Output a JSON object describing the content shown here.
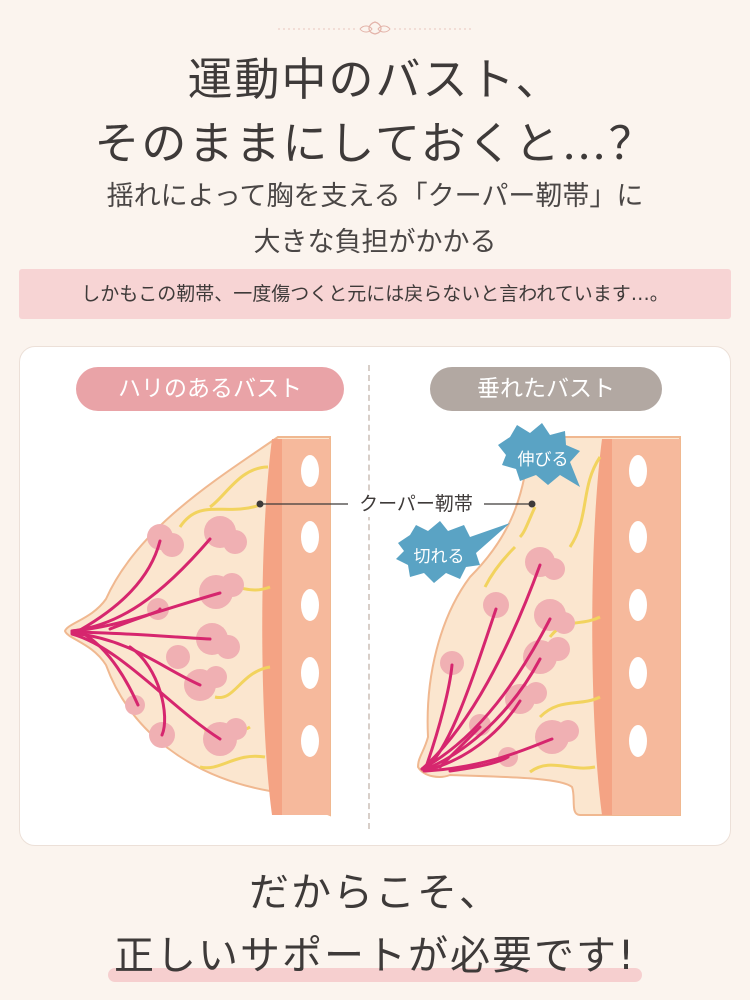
{
  "headline": {
    "line1": "運動中のバスト、",
    "line2": "そのままにしておくと…？"
  },
  "subhead": {
    "line1": "揺れによって胸を支える「クーパー靭帯」に",
    "line2": "大きな負担がかかる"
  },
  "notice": "しかもこの靭帯、一度傷つくと元には戻らないと言われています…。",
  "comparison": {
    "left_label": "ハリのあるバスト",
    "right_label": "垂れたバスト",
    "ligament_label": "クーパー靭帯",
    "stretch_label": "伸びる",
    "torn_label": "切れる"
  },
  "closing": {
    "line1": "だからこそ、",
    "line2": "正しいサポートが必要です!"
  },
  "colors": {
    "background": "#fbf4ee",
    "notice_bg": "#f7d4d4",
    "pill_left": "#e9a3a7",
    "pill_right": "#b2a8a2",
    "bubble": "#5aa3c4",
    "skin": "#fbe6cf",
    "muscle": "#f4a384",
    "gland": "#f0b0b3",
    "duct": "#d6266e",
    "ligament": "#f2d35e"
  },
  "icons": {
    "ornament": "floral-ornament-icon",
    "stretch_bubble": "spiky-speech-bubble-icon",
    "torn_bubble": "spiky-speech-bubble-icon"
  }
}
